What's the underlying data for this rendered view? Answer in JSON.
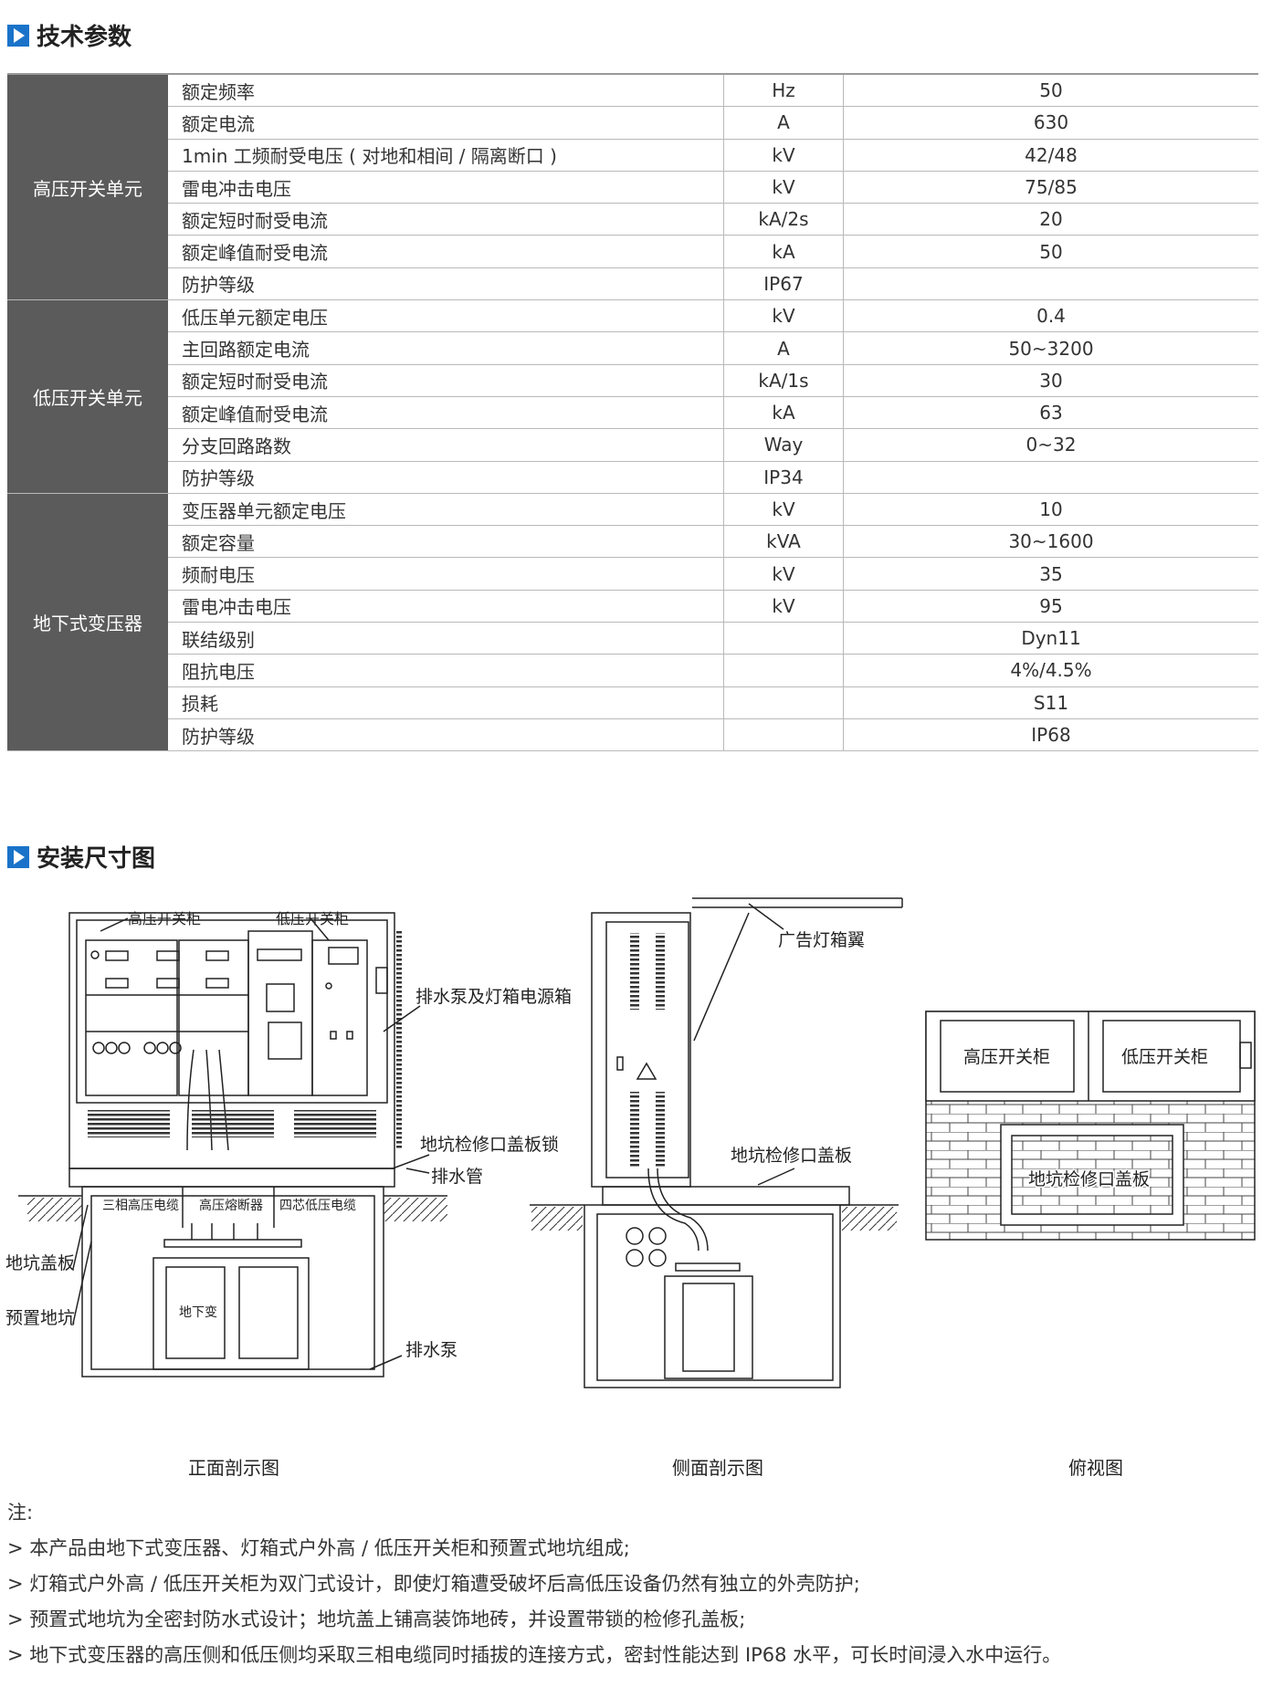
{
  "sections": {
    "tech_params": "技术参数",
    "install_dims": "安装尺寸图"
  },
  "spec_table": {
    "groups": [
      {
        "name": "高压开关单元",
        "rows": [
          {
            "param": "额定频率",
            "unit": "Hz",
            "value": "50"
          },
          {
            "param": "额定电流",
            "unit": "A",
            "value": "630"
          },
          {
            "param": "1min 工频耐受电压 ( 对地和相间 / 隔离断口 )",
            "unit": "kV",
            "value": "42/48"
          },
          {
            "param": "雷电冲击电压",
            "unit": "kV",
            "value": "75/85"
          },
          {
            "param": "额定短时耐受电流",
            "unit": "kA/2s",
            "value": "20"
          },
          {
            "param": "额定峰值耐受电流",
            "unit": "kA",
            "value": "50"
          },
          {
            "param": "防护等级",
            "unit": "IP67",
            "value": ""
          }
        ]
      },
      {
        "name": "低压开关单元",
        "rows": [
          {
            "param": "低压单元额定电压",
            "unit": "kV",
            "value": "0.4"
          },
          {
            "param": "主回路额定电流",
            "unit": "A",
            "value": "50~3200"
          },
          {
            "param": "额定短时耐受电流",
            "unit": "kA/1s",
            "value": "30"
          },
          {
            "param": "额定峰值耐受电流",
            "unit": "kA",
            "value": "63"
          },
          {
            "param": "分支回路路数",
            "unit": "Way",
            "value": "0~32"
          },
          {
            "param": "防护等级",
            "unit": "IP34",
            "value": ""
          }
        ]
      },
      {
        "name": "地下式变压器",
        "rows": [
          {
            "param": "变压器单元额定电压",
            "unit": "kV",
            "value": "10"
          },
          {
            "param": "额定容量",
            "unit": "kVA",
            "value": "30~1600"
          },
          {
            "param": "频耐电压",
            "unit": "kV",
            "value": "35"
          },
          {
            "param": "雷电冲击电压",
            "unit": "kV",
            "value": "95"
          },
          {
            "param": "联结级别",
            "unit": "",
            "value": "Dyn11"
          },
          {
            "param": "阻抗电压",
            "unit": "",
            "value": "4%/4.5%"
          },
          {
            "param": "损耗",
            "unit": "",
            "value": "S11"
          },
          {
            "param": "防护等级",
            "unit": "",
            "value": "IP68"
          }
        ]
      }
    ]
  },
  "diagram_labels": {
    "hv_cabinet": "高压开关柜",
    "lv_cabinet": "低压开关柜",
    "pump_box": "排水泵及灯箱电源箱",
    "pit_lock": "地坑检修口盖板锁",
    "drain_pipe": "排水管",
    "hv_cable": "三相高压电缆",
    "hv_fuse": "高压熔断器",
    "lv_cable": "四芯低压电缆",
    "pit_cover": "地坑盖板",
    "prefab_pit": "预置地坑",
    "transformer": "地下变",
    "drain_pump": "排水泵",
    "ad_wing": "广告灯箱翼",
    "pit_access_cover": "地坑检修口盖板",
    "top_hv": "高压开关柜",
    "top_lv": "低压开关柜",
    "top_cover": "地坑检修口盖板"
  },
  "captions": {
    "front": "正面剖示图",
    "side": "侧面剖示图",
    "top": "俯视图"
  },
  "notes": {
    "heading": "注:",
    "items": [
      "> 本产品由地下式变压器、灯箱式户外高 / 低压开关柜和预置式地坑组成;",
      "> 灯箱式户外高 / 低压开关柜为双门式设计，即使灯箱遭受破坏后高低压设备仍然有独立的外壳防护;",
      "> 预置式地坑为全密封防水式设计；地坑盖上铺高装饰地砖，并设置带锁的检修孔盖板;",
      "> 地下式变压器的高压侧和低压侧均采取三相电缆同时插拔的连接方式，密封性能达到 IP68 水平，可长时间浸入水中运行。"
    ]
  }
}
